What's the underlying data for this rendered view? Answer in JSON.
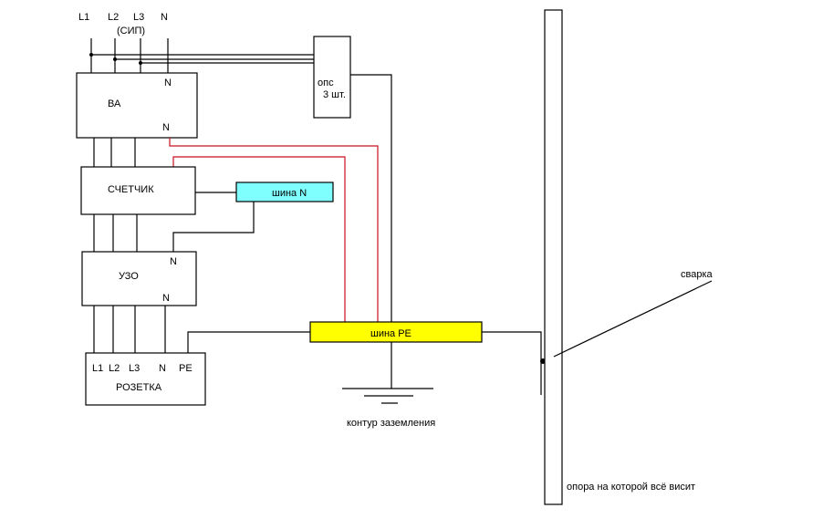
{
  "inputs": {
    "phases": [
      "L1",
      "L2",
      "L3",
      "N"
    ],
    "cable_note": "(СИП)"
  },
  "blocks": {
    "breaker": {
      "label": "ВА",
      "n_top": "N",
      "n_bottom": "N"
    },
    "surge": {
      "label_line1": "опс",
      "label_line2": "3 шт."
    },
    "meter": {
      "label": "СЧЕТЧИК"
    },
    "n_bus": {
      "label": "шина N",
      "color": "#80ffff"
    },
    "rcd": {
      "label": "УЗО",
      "n_top": "N",
      "n_bottom": "N"
    },
    "socket": {
      "label": "РОЗЕТКА",
      "terminals": [
        "L1",
        "L2",
        "L3",
        "N",
        "PE"
      ]
    },
    "pe_bus": {
      "label": "шина PE",
      "color": "#ffff00"
    },
    "ground": {
      "label": "контур заземления"
    },
    "pole": {
      "label": "опора на которой всё висит"
    },
    "weld": {
      "label": "сварка"
    }
  },
  "colors": {
    "pen_wire": "#c8101e"
  }
}
